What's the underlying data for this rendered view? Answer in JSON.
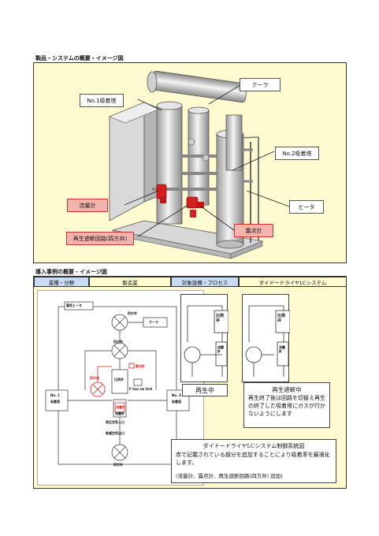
{
  "section1": {
    "title": "製品・システムの概要・イメージ図",
    "callouts": {
      "no1": "No.1吸着塔",
      "cooler": "クーラ",
      "no2": "No.2吸着塔",
      "heater": "ヒータ",
      "flowmeter": "流量計",
      "dewpoint": "露点計",
      "regen": "再生遮断回路(四方弁)"
    }
  },
  "section2": {
    "title": "導入事例の概要・イメージ図",
    "industry_label": "業種・分野",
    "industry_value": "製造業",
    "target_label": "対象設備・プロセス",
    "target_value": "ダイドードライヤLCシステム",
    "diagram": {
      "heater": "電気ヒータ",
      "cooler": "クーラ",
      "valve_top": "四方弁",
      "valve_mid": "四方弁",
      "valve_left_red": "四方弁",
      "valve_bottom": "四方弁",
      "tower1_a": "No. 1",
      "tower1_b": "吸着塔",
      "tower2_a": "No. 2",
      "tower2_b": "吸着塔",
      "ratio_valve": "比例弁",
      "dewpoint": "露点計",
      "flowmeter_red": "流量計",
      "flowmeter_bottom": "流量計",
      "flow_switch": "F low sw itch",
      "regen_inlet": "再生空気入口",
      "dry_outlet": "乾燥空気出口"
    },
    "mini": {
      "ratio_valve": "比例弁",
      "flowmeter": "流量計"
    },
    "regen_label": "再生中",
    "cut_title": "再生遮断中",
    "cut_text": "再生終了後は回路を切替え再生の終了した吸着塔にガスが行かないようにします",
    "bottom_title": "ダイドードライヤLCシステム制御系統図",
    "bottom_text": "赤で記載されている部分を追加することにより吸着率を最適化します。",
    "bottom_additions": "(流量計、露点計、再生遮断回路(四方弁) 追加)"
  }
}
